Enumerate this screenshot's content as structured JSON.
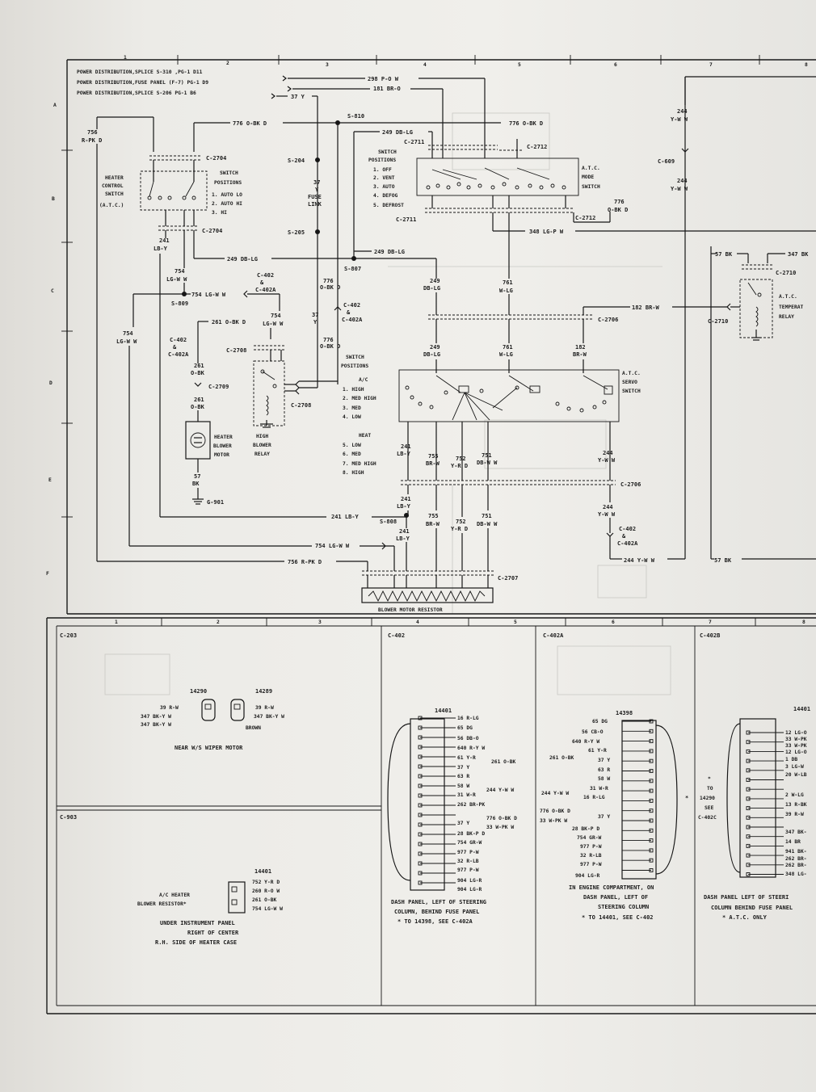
{
  "sheet": {
    "grid_cols": [
      "1",
      "2",
      "3",
      "4",
      "5",
      "6",
      "7",
      "8"
    ],
    "grid_rows": [
      "A",
      "B",
      "C",
      "D",
      "E",
      "F"
    ]
  },
  "header": {
    "src1": "POWER DISTRIBUTION,SPLICE S-310 ,PG-1 D11",
    "src2": "POWER DISTRIBUTION,FUSE PANEL (F-7) PG-1 D9",
    "src3": "POWER DISTRIBUTION,SPLICE S-206 PG-1 B6",
    "w298": "298 P-O W",
    "w181": "181 BR-O",
    "w37": "37 Y"
  },
  "wires": {
    "w756": "756",
    "w756c": "R-PK D",
    "w776a": "776 O-BK D",
    "s810": "S-810",
    "w249a": "249 DB-LG",
    "w776b": "776 O-BK D",
    "c2711a": "C-2711",
    "c2712a": "C-2712",
    "c2704a": "C-2704",
    "c2704b": "C-2704",
    "s204": "S-204",
    "fuse1": "37",
    "fuse2": "Y",
    "fuse3": "FUSE",
    "fuse4": "LINK",
    "s205": "S-205",
    "w241a": "241",
    "w241b": "LB-Y",
    "w249b": "249 DB-LG",
    "w249c": "249 DB-LG",
    "s807": "S-807",
    "w754a": "754",
    "w754b": "LG-W W",
    "c402a1": "C-402",
    "c402a2": "&",
    "c402a3": "C-402A",
    "w776c1": "776",
    "w776c2": "O-BK D",
    "w754c": "754 LG-W W",
    "s809": "S-809",
    "w754d1": "754",
    "w754d2": "LG-W W",
    "w754e1": "754",
    "w754e2": "LG-W W",
    "c402b1": "C-402",
    "c402b2": "&",
    "c402b3": "C-402A",
    "w261a": "261 O-BK D",
    "c402c1": "C-402",
    "c402c2": "&",
    "c402c3": "C-402A",
    "c2708a": "C-2708",
    "w37b1": "37",
    "w37b2": "Y",
    "w776d1": "776",
    "w776d2": "O-BK D",
    "w261b1": "261",
    "w261b2": "O-BK",
    "c2709": "C-2709",
    "w261c1": "261",
    "w261c2": "O-BK",
    "c2708b": "C-2708",
    "w57a": "57",
    "w57b": "BK",
    "g901": "G-901",
    "w249d1": "249",
    "w249d2": "DB-LG",
    "w761a1": "761",
    "w761a2": "W-LG",
    "c2706a": "C-2706",
    "w249e1": "249",
    "w249e2": "DB-LG",
    "w761b1": "761",
    "w761b2": "W-LG",
    "w182a1": "182",
    "w182a2": "BR-W",
    "w182b": "182 BR-W",
    "w348": "348 LG-P W",
    "w776e1": "776",
    "w776e2": "O-BK D",
    "c2711b": "C-2711",
    "c2712b": "C-2712",
    "w244a1": "244",
    "w244a2": "Y-W W",
    "c609": "C-609",
    "w244b1": "244",
    "w244b2": "Y-W W",
    "w57c": "57 BK",
    "w347": "347 BK",
    "c2710a": "C-2710",
    "c2710b": "C-2710",
    "w241c1": "241",
    "w241c2": "LB-Y",
    "w755a1": "755",
    "w755a2": "BR-W",
    "w752a1": "752",
    "w752a2": "Y-R D",
    "w751a1": "751",
    "w751a2": "DB-W W",
    "w244c1": "244",
    "w244c2": "Y-W W",
    "c2706b": "C-2706",
    "w241d": "241 LB-Y",
    "s808": "S-808",
    "w241e1": "241",
    "w241e2": "LB-Y",
    "w755b1": "755",
    "w755b2": "BR-W",
    "w752b1": "752",
    "w752b2": "Y-R D",
    "w751b1": "751",
    "w751b2": "DB-W W",
    "w244d1": "244",
    "w244d2": "Y-W W",
    "c402d1": "C-402",
    "c402d2": "&",
    "c402d3": "C-402A",
    "w754f": "754 LG-W W",
    "w756b": "756 R-PK D",
    "w244e": "244 Y-W W",
    "w57d": "57 BK",
    "c2707": "C-2707"
  },
  "components": {
    "heater_sw": [
      "HEATER",
      "CONTROL",
      "SWITCH",
      "(A.T.C.)"
    ],
    "heater_pos": [
      "SWITCH",
      "POSITIONS",
      "1. AUTO LO",
      "2. AUTO HI",
      "3. HI"
    ],
    "mode_pos": [
      "SWITCH",
      "POSITIONS",
      "1. OFF",
      "2. VENT",
      "3. AUTO",
      "4. DEFOG",
      "5. DEFROST"
    ],
    "mode_sw": [
      "A.T.C.",
      "MODE",
      "SWITCH"
    ],
    "temp_relay": [
      "A.T.C.",
      "TEMPERAT",
      "RELAY"
    ],
    "servo_pos": [
      "SWITCH",
      "POSITIONS",
      "A/C",
      "1. HIGH",
      "2. MED HIGH",
      "3. MED",
      "4. LOW",
      "HEAT",
      "5. LOW",
      "6. MED",
      "7. MED HIGH",
      "8. HIGH"
    ],
    "servo_sw": [
      "A.T.C.",
      "SERVO",
      "SWITCH"
    ],
    "motor": [
      "HEATER",
      "BLOWER",
      "MOTOR"
    ],
    "relay": [
      "HIGH",
      "BLOWER",
      "RELAY"
    ],
    "resistor": "BLOWER MOTOR RESISTOR"
  },
  "connectors": {
    "c203": {
      "title": "C-203",
      "left_num": "14290",
      "right_num": "14289",
      "left_pins": [
        "39 R-W",
        "347 BK-Y W",
        "347 BK-Y W"
      ],
      "right_pins": [
        "39 R-W",
        "347 BK-Y W",
        "BROWN"
      ],
      "caption": "NEAR W/S WIPER MOTOR"
    },
    "c903": {
      "title": "C-903",
      "num": "14401",
      "name1": "A/C HEATER",
      "name2": "BLOWER RESISTOR*",
      "pins": [
        "752 Y-R D",
        "260 R-O W",
        "261 O-BK",
        "754 LG-W W"
      ],
      "caption": [
        "UNDER INSTRUMENT PANEL",
        "RIGHT OF CENTER",
        "R.H. SIDE OF HEATER CASE"
      ]
    },
    "c402": {
      "title": "C-402",
      "num": "14401",
      "pins": [
        "16 R-LG",
        "65 DG",
        "56 DB-O",
        "640 R-Y W",
        "61 Y-R",
        "37 Y",
        "63 R",
        "58 W",
        "31 W-R",
        "262 BR-PK",
        "37 Y",
        "28 BK-P D",
        "754 GR-W",
        "977 P-W",
        "32 R-LB",
        "977 P-W",
        "904 LG-R",
        "904 LG-R"
      ],
      "side1": "261 O-BK",
      "side2": "244 Y-W W",
      "side3": "776 O-BK D",
      "side4": "33 W-PK W",
      "caption": [
        "DASH PANEL, LEFT OF STEERING",
        "COLUMN, BEHIND FUSE PANEL",
        "* TO 14398, SEE C-402A"
      ]
    },
    "c402a": {
      "title": "C-402A",
      "num": "14398",
      "pins": [
        "65 DG",
        "56 CB-O",
        "640 R-Y W",
        "61 Y-R",
        "37 Y",
        "63 R",
        "58 W",
        "31 W-R",
        "16 R-LG",
        "37 Y",
        "28 BK-P D",
        "754 GR-W",
        "977 P-W",
        "32 R-LB",
        "977 P-W",
        "904 LG-R"
      ],
      "side1": "261 O-BK",
      "side2": "244 Y-W W",
      "side3": "776 O-BK D",
      "side4": "33 W-PK W",
      "star": "*",
      "caption": [
        "IN ENGINE COMPARTMENT, ON",
        "DASH PANEL, LEFT OF",
        "STEERING COLUMN",
        "* TO 14401, SEE C-402"
      ]
    },
    "c402b": {
      "title": "C-402B",
      "num": "14401",
      "note": [
        "*",
        "TO",
        "14290",
        "SEE",
        "C-402C"
      ],
      "pins": [
        "12 LG-O",
        "33 W-PK",
        "33 W-PK",
        "12 LG-O",
        "1 DB",
        "3 LG-W",
        "20 W-LB",
        "2 W-LG",
        "13 R-BK",
        "39 R-W",
        "347 BK-",
        "14 BR",
        "941 BK-",
        "262 BR-",
        "262 BR-",
        "348 LG-"
      ],
      "caption": [
        "DASH PANEL LEFT OF STEERI",
        "COLUMN BEHIND FUSE PANEL",
        "* A.T.C. ONLY"
      ]
    }
  }
}
